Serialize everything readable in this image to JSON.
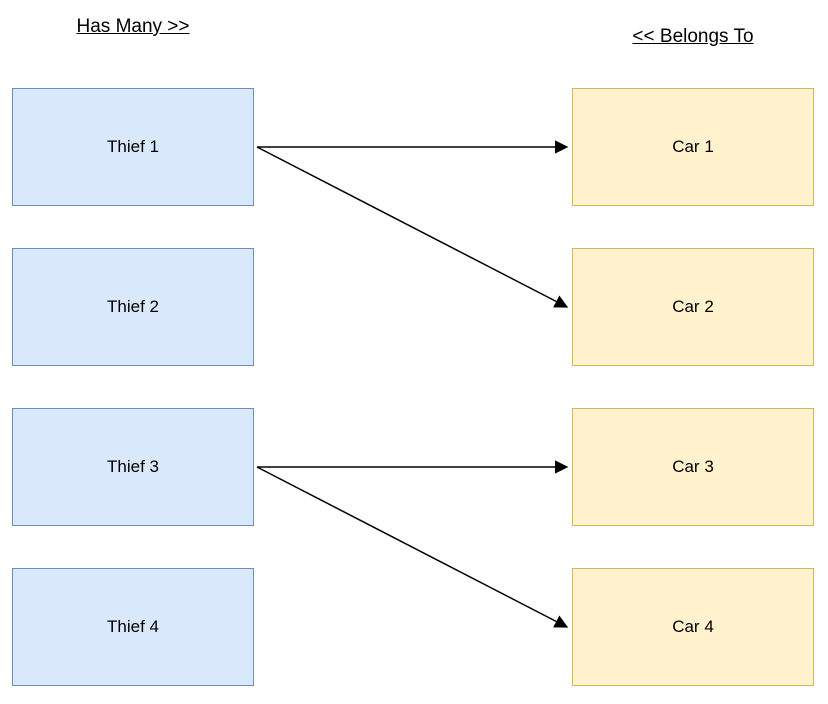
{
  "diagram": {
    "headers": {
      "has_many": "Has Many >>",
      "belongs_to": "<< Belongs To"
    },
    "thieves": [
      {
        "label": "Thief 1"
      },
      {
        "label": "Thief 2"
      },
      {
        "label": "Thief 3"
      },
      {
        "label": "Thief 4"
      }
    ],
    "cars": [
      {
        "label": "Car 1"
      },
      {
        "label": "Car 2"
      },
      {
        "label": "Car 3"
      },
      {
        "label": "Car 4"
      }
    ],
    "relationships": [
      {
        "from": "Thief 1",
        "to": "Car 1",
        "from_index": 0,
        "to_index": 0
      },
      {
        "from": "Thief 1",
        "to": "Car 2",
        "from_index": 0,
        "to_index": 1
      },
      {
        "from": "Thief 3",
        "to": "Car 3",
        "from_index": 2,
        "to_index": 2
      },
      {
        "from": "Thief 3",
        "to": "Car 4",
        "from_index": 2,
        "to_index": 3
      }
    ],
    "colors": {
      "thief_fill": "#dae8fc",
      "thief_border": "#6c8ebf",
      "car_fill": "#fff2cc",
      "car_border": "#d6b656",
      "arrow": "#000000"
    }
  }
}
